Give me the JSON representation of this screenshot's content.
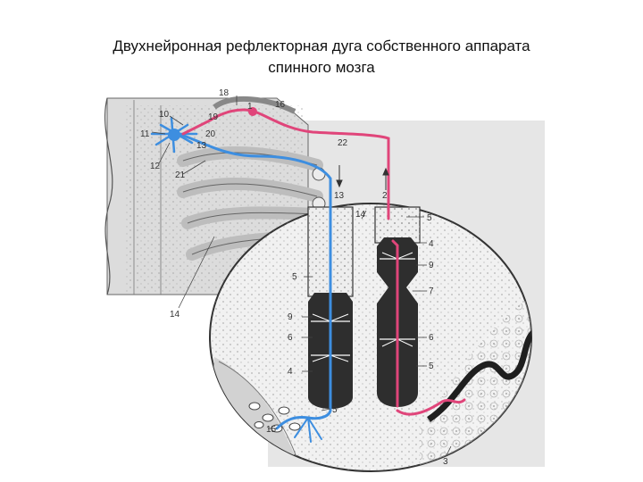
{
  "slide": {
    "title_line1": "Двухнейронная рефлекторная дуга собственного аппарата",
    "title_line2": "спинного мозга"
  },
  "colors": {
    "afferent": "#e0457a",
    "efferent": "#3d8ee0",
    "tissue": "#3a3a3a",
    "background_gray": "#e4e4e4"
  },
  "labels": {
    "l1": "1",
    "l2": "2",
    "l3": "3",
    "l4a": "4",
    "l4b": "4",
    "l5a": "5",
    "l5b": "5",
    "l5c": "5",
    "l5d": "5",
    "l6a": "6",
    "l6b": "6",
    "l7": "7",
    "l9a": "9",
    "l9b": "9",
    "l10": "10",
    "l11": "11",
    "l12": "12",
    "l13a": "13",
    "l13b": "13",
    "l14a": "14",
    "l14b": "14",
    "l15": "15",
    "l16": "16",
    "l18": "18",
    "l19": "19",
    "l20": "20",
    "l21": "21",
    "l22": "22"
  }
}
